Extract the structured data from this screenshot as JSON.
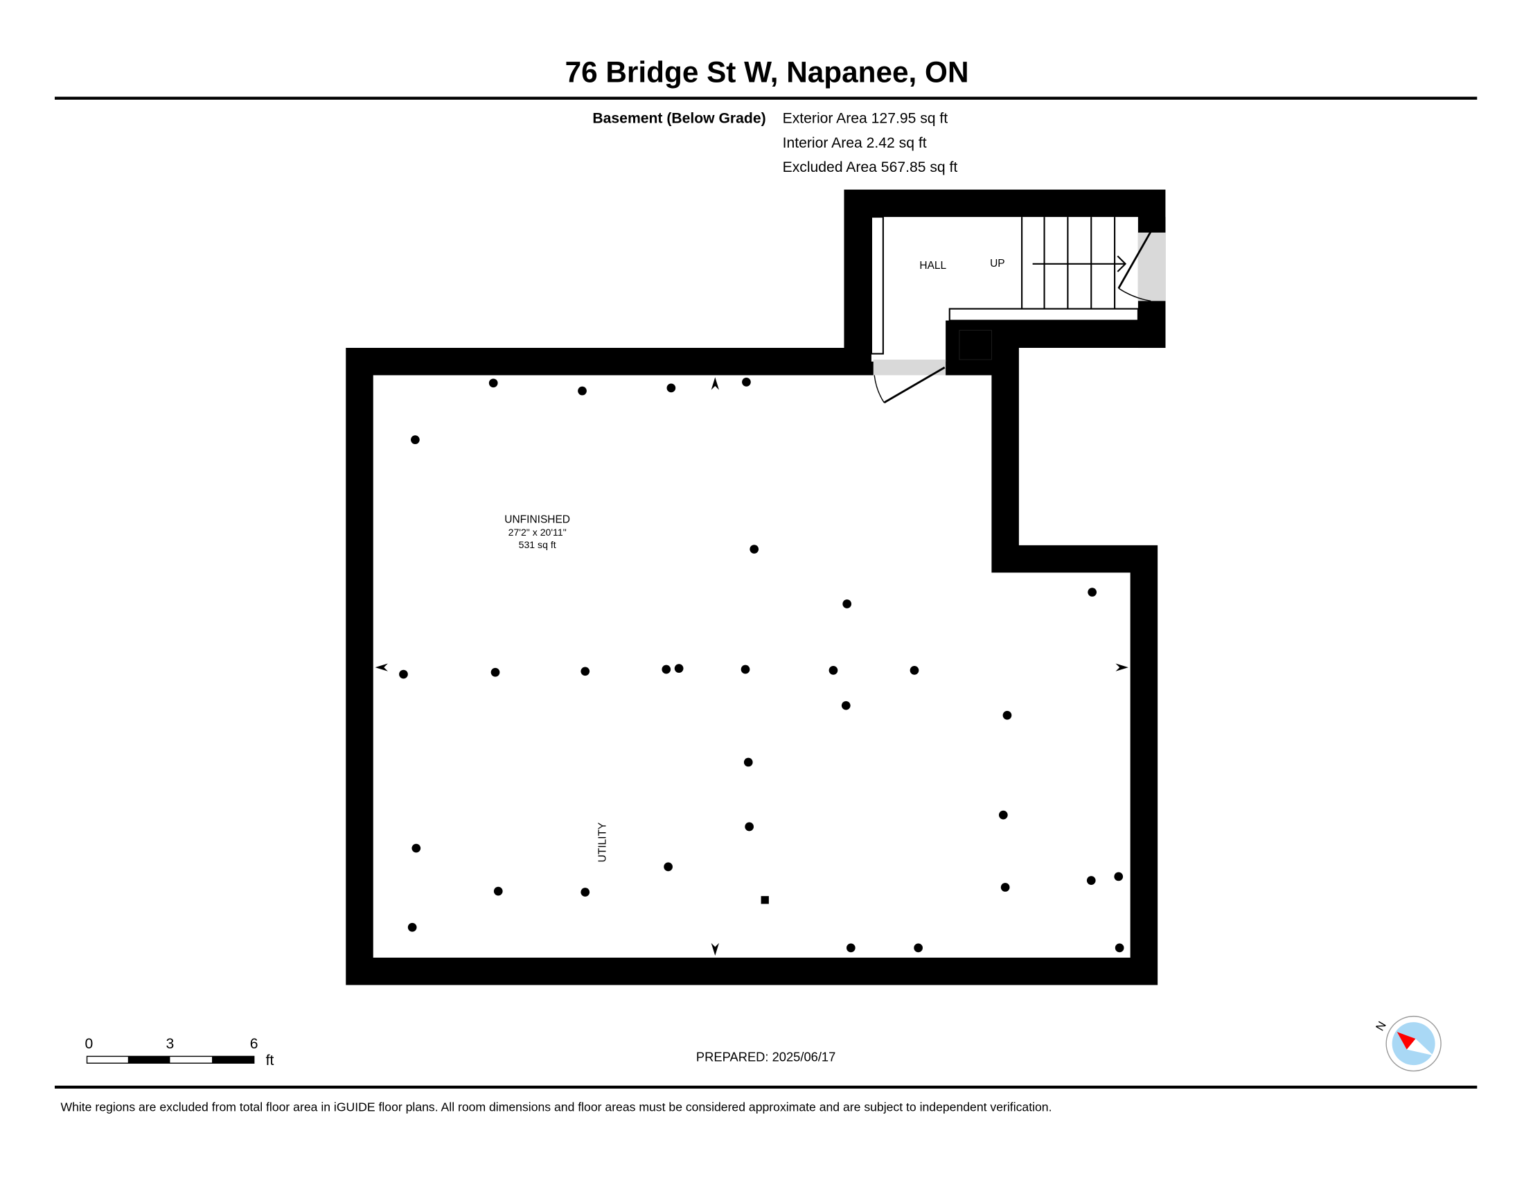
{
  "title": "76 Bridge St W, Napanee, ON",
  "floor": {
    "name": "Basement (Below Grade)",
    "exterior_area": "Exterior Area 127.95 sq ft",
    "interior_area": "Interior Area 2.42 sq ft",
    "excluded_area": "Excluded Area 567.85 sq ft"
  },
  "rooms": {
    "hall": "HALL",
    "stairs": "UP",
    "unfinished_name": "UNFINISHED",
    "unfinished_dims": "27'2\" x 20'11\"",
    "unfinished_area": "531 sq ft",
    "utility": "UTILITY"
  },
  "scale_bar": {
    "labels": [
      "0",
      "3",
      "6"
    ],
    "unit": "ft"
  },
  "prepared": "PREPARED: 2025/06/17",
  "compass": {
    "label": "N",
    "needle_color": "#ff0000",
    "dial_color": "#a9d8f5"
  },
  "footer": "White regions are excluded from total floor area in iGUIDE floor plans. All room dimensions and floor areas must be considered approximate and are subject to independent verification."
}
